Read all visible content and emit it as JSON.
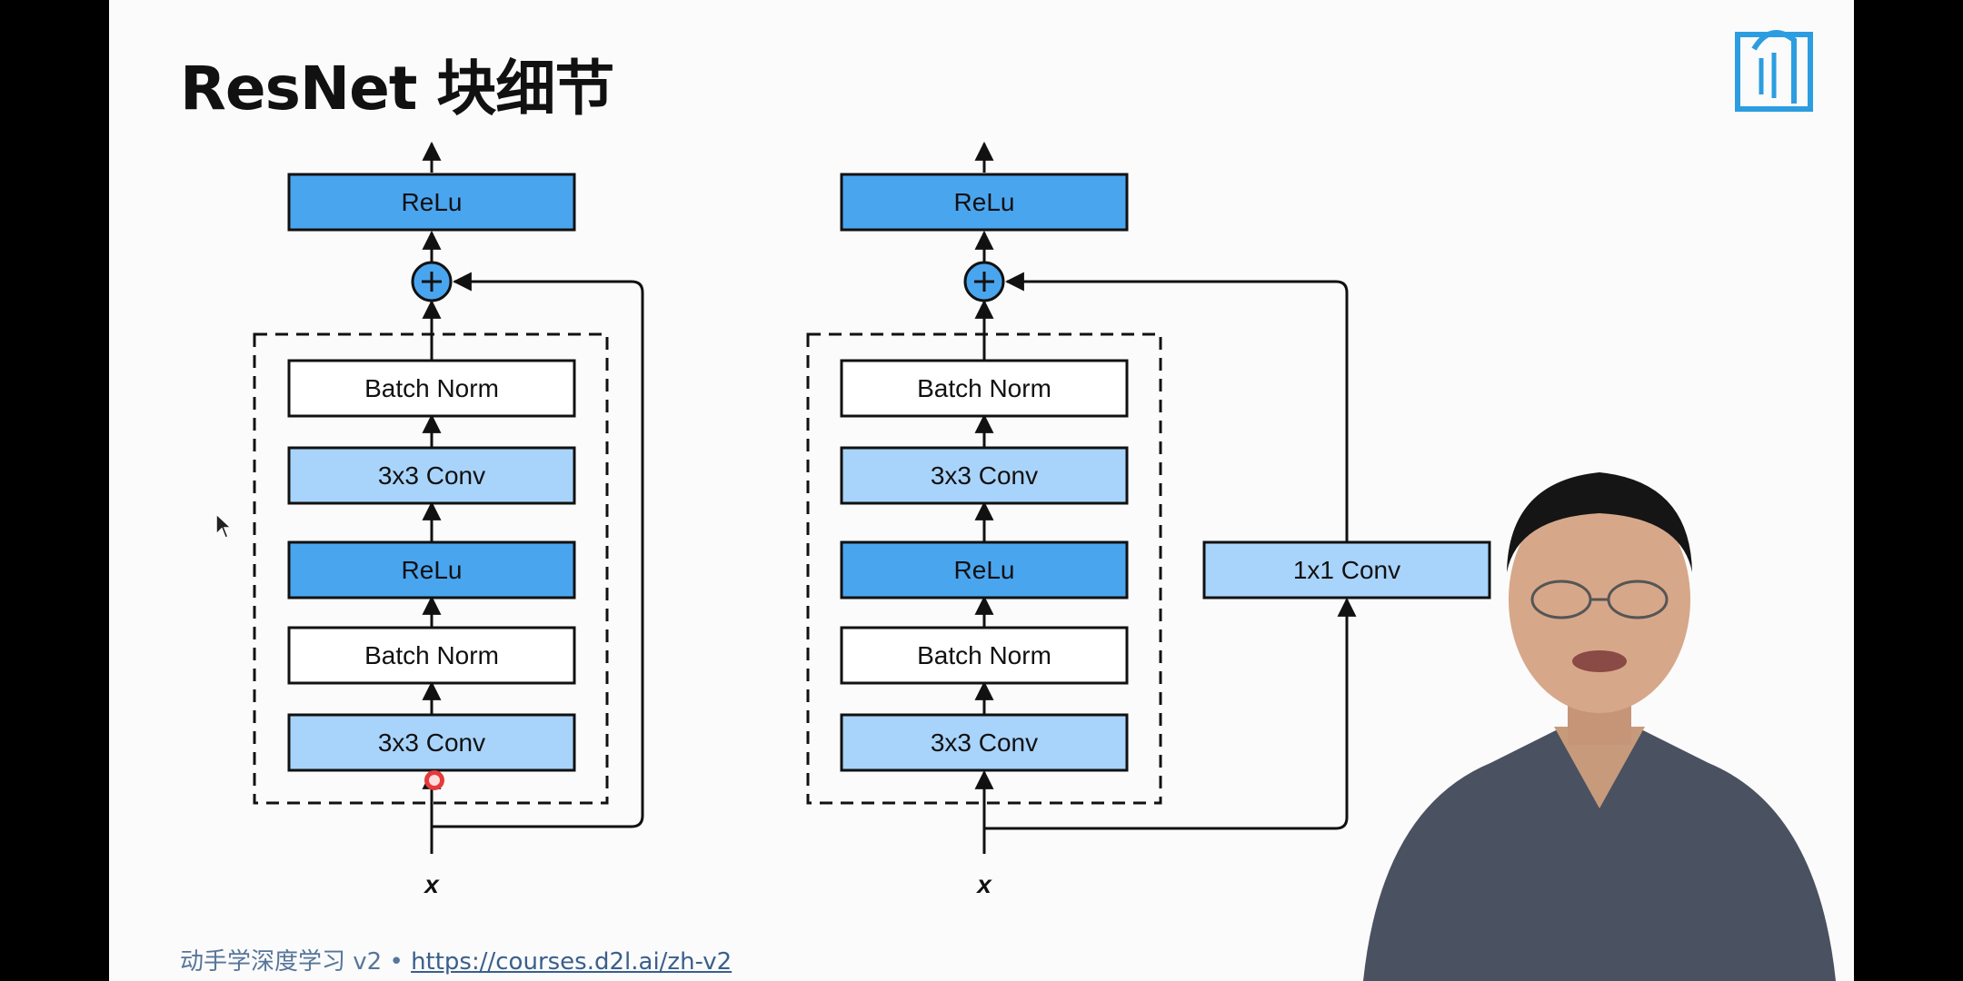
{
  "title": "ResNet 块细节",
  "footer": {
    "text": "动手学深度学习 v2 • ",
    "url": "https://courses.d2l.ai/zh-v2"
  },
  "left_block": {
    "output_relu": "ReLu",
    "layers": [
      "Batch Norm",
      "3x3 Conv",
      "ReLu",
      "Batch Norm",
      "3x3 Conv"
    ],
    "input_label": "x"
  },
  "right_block": {
    "output_relu": "ReLu",
    "layers": [
      "Batch Norm",
      "3x3 Conv",
      "ReLu",
      "Batch Norm",
      "3x3 Conv"
    ],
    "shortcut": "1x1 Conv",
    "input_label": "x"
  },
  "colors": {
    "relu": "#4aa5ef",
    "conv": "#a8d4fb",
    "norm": "#ffffff",
    "stroke": "#111111"
  }
}
